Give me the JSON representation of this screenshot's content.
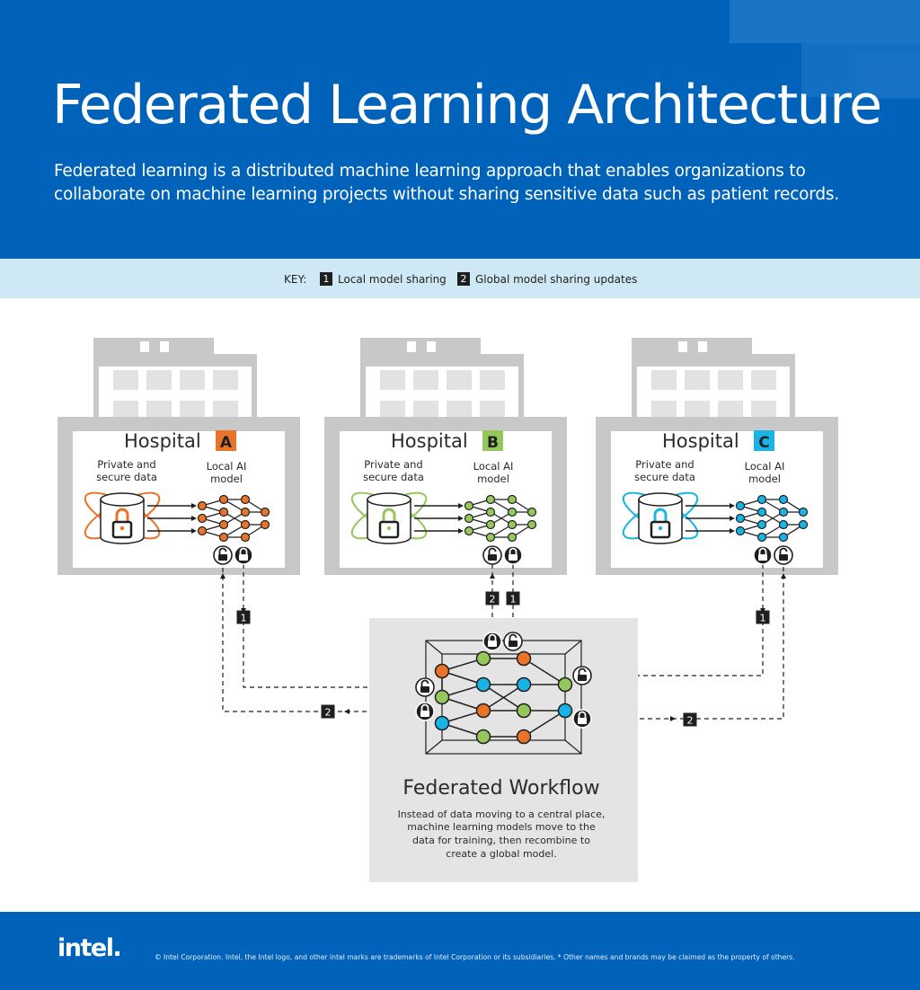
{
  "header": {
    "title": "Federated Learning Architecture",
    "subtitle": "Federated learning is a distributed machine learning approach that enables organizations to collaborate on machine learning projects without sharing sensitive data such as patient records."
  },
  "key": {
    "label": "KEY:",
    "items": [
      {
        "num": "1",
        "label": "Local model sharing"
      },
      {
        "num": "2",
        "label": "Global model sharing updates"
      }
    ]
  },
  "hospitals": [
    {
      "name": "Hospital",
      "letter": "A",
      "color": "#e8742a",
      "data_label_1": "Private and",
      "data_label_2": "secure data",
      "model_label_1": "Local AI",
      "model_label_2": "model"
    },
    {
      "name": "Hospital",
      "letter": "B",
      "color": "#94c85a",
      "data_label_1": "Private and",
      "data_label_2": "secure data",
      "model_label_1": "Local AI",
      "model_label_2": "model"
    },
    {
      "name": "Hospital",
      "letter": "C",
      "color": "#1ab3e6",
      "data_label_1": "Private and",
      "data_label_2": "secure data",
      "model_label_1": "Local AI",
      "model_label_2": "model"
    }
  ],
  "connector_badges": {
    "local": "1",
    "global": "2"
  },
  "workflow": {
    "title": "Federated Workflow",
    "lines": [
      "Instead of data moving to a central place,",
      "machine learning models move to the",
      "data for training, then recombine to",
      "create a global model."
    ]
  },
  "colors": {
    "brand_blue": "#0062b8",
    "key_bar": "#cfe8f6",
    "building_gray": "#c8c8c8",
    "workflow_panel": "#e4e4e4",
    "dark": "#1f1f1f"
  },
  "footer": {
    "logo": "intel.",
    "legal": "© Intel Corporation. Intel, the Intel logo, and other Intel marks are trademarks of Intel Corporation or its subsidiaries. * Other names and brands may be claimed as the property of others."
  }
}
